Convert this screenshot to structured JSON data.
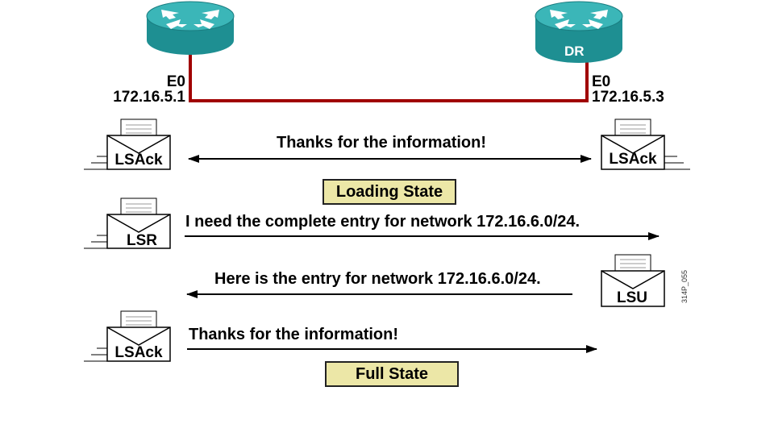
{
  "routers": {
    "left": {
      "interface": "E0",
      "ip": "172.16.5.1",
      "label": ""
    },
    "right": {
      "interface": "E0",
      "ip": "172.16.5.3",
      "label": "DR"
    }
  },
  "exchanges": [
    {
      "packet_left": "LSAck",
      "packet_right": "LSAck",
      "message": "Thanks for the information!",
      "direction": "both"
    },
    {
      "packet_left": "LSR",
      "message": "I need the complete entry for network 172.16.6.0/24.",
      "direction": "right"
    },
    {
      "packet_right": "LSU",
      "message": "Here is the entry for network 172.16.6.0/24.",
      "direction": "left"
    },
    {
      "packet_left": "LSAck",
      "message": "Thanks for the information!",
      "direction": "right"
    }
  ],
  "states": {
    "loading": "Loading State",
    "full": "Full State"
  },
  "figure_id": "314P_055",
  "colors": {
    "router": "#2aa5a5",
    "link": "#a00000",
    "state_bg": "#ece7a7"
  }
}
